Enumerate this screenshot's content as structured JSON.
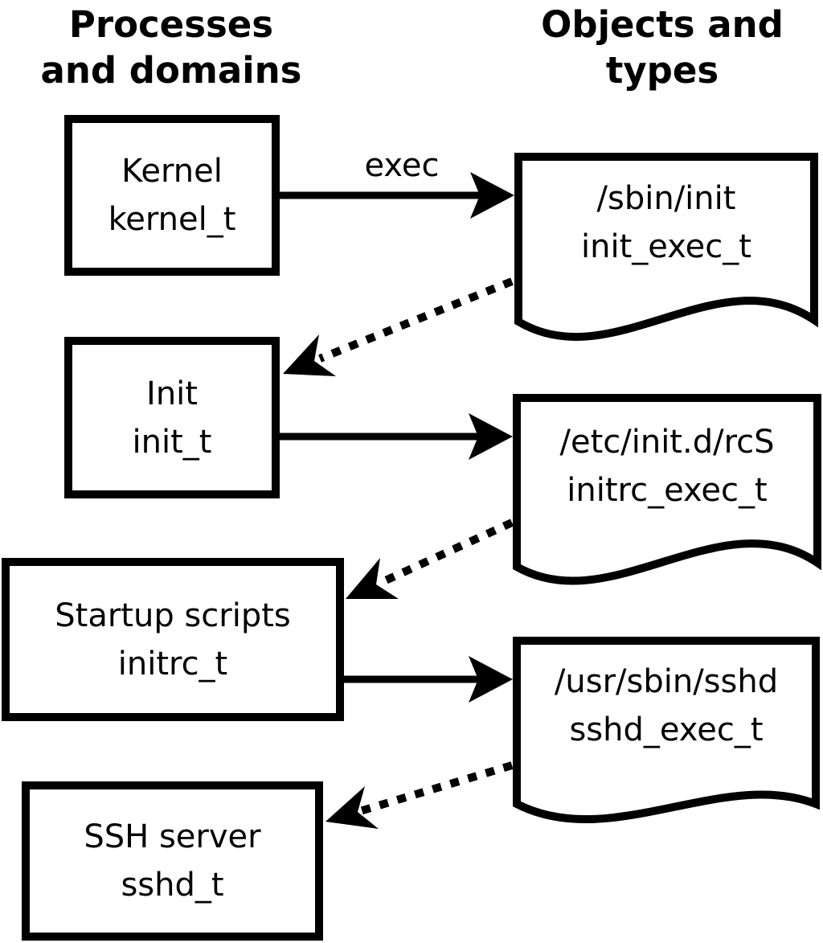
{
  "diagram": {
    "title_left": {
      "line1": "Processes",
      "line2": "and domains"
    },
    "title_right": {
      "line1": "Objects and",
      "line2": "types"
    },
    "edge_label": "exec",
    "processes": [
      {
        "name": "Kernel",
        "type": "kernel_t"
      },
      {
        "name": "Init",
        "type": "init_t"
      },
      {
        "name": "Startup scripts",
        "type": "initrc_t"
      },
      {
        "name": "SSH server",
        "type": "sshd_t"
      }
    ],
    "objects": [
      {
        "path": "/sbin/init",
        "type": "init_exec_t"
      },
      {
        "path": "/etc/init.d/rcS",
        "type": "initrc_exec_t"
      },
      {
        "path": "/usr/sbin/sshd",
        "type": "sshd_exec_t"
      }
    ],
    "colors": {
      "foreground": "#000000",
      "background": "#ffffff"
    }
  }
}
